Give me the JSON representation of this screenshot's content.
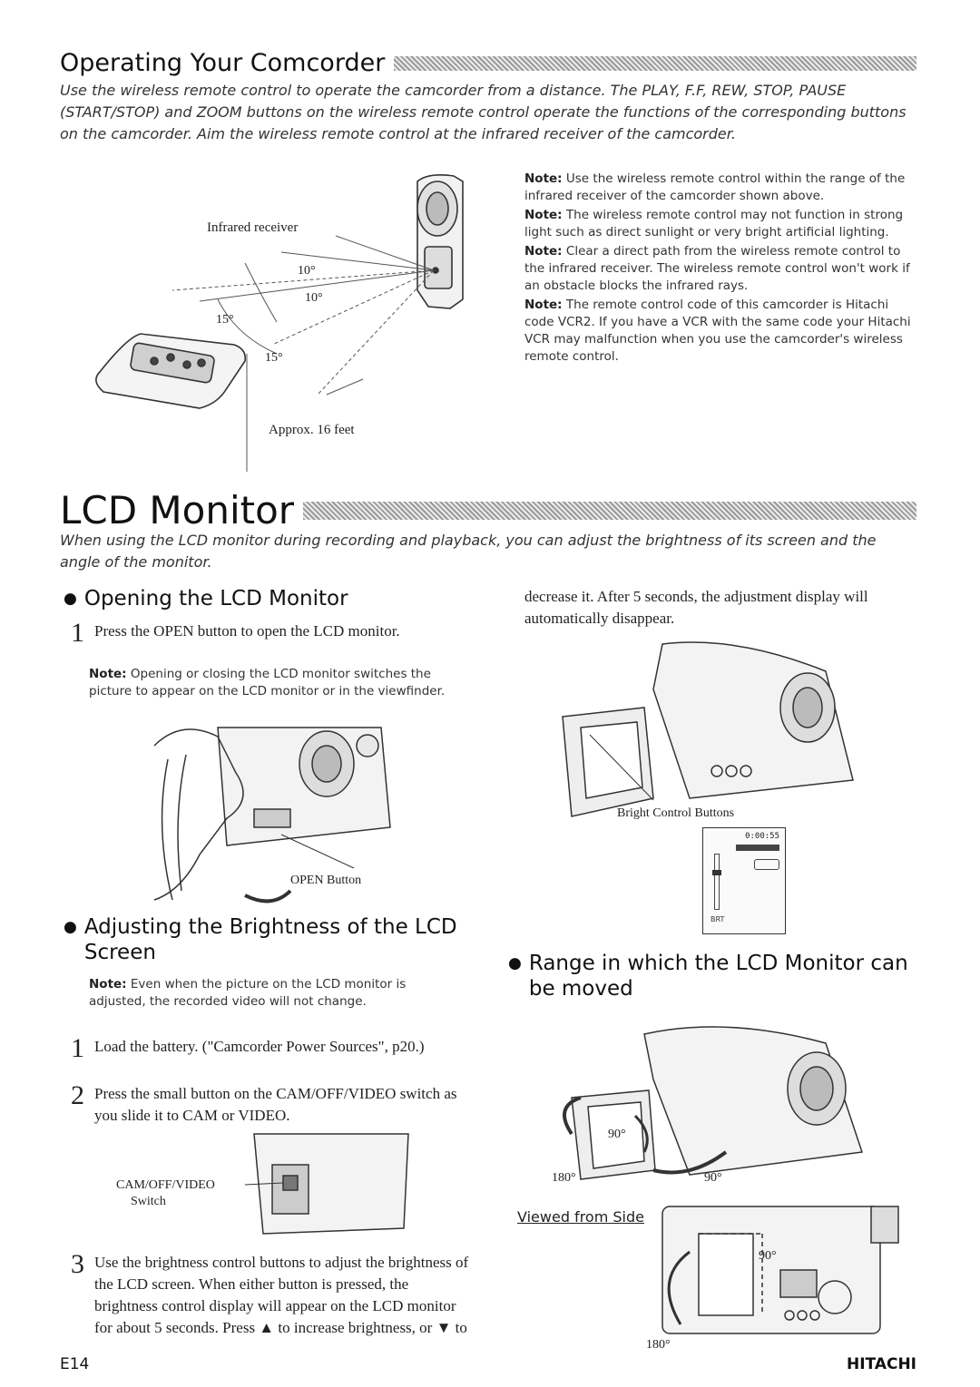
{
  "section1": {
    "title": "Operating Your Comcorder",
    "intro": "Use the wireless remote control to operate the camcorder from a distance. The PLAY, F.F, REW, STOP, PAUSE (START/STOP) and ZOOM buttons on the wireless remote control operate the functions of the corresponding buttons on the camcorder. Aim the wireless remote control at the infrared receiver of the camcorder.",
    "figure": {
      "label_receiver": "Infrared receiver",
      "angle_top": "10°",
      "angle_left": "15°",
      "angle_mid": "10°",
      "angle_bottom": "15°",
      "label_distance": "Approx. 16 feet"
    },
    "notes": [
      {
        "label": "Note:",
        "text": "Use the wireless remote control within the range of the infrared receiver of the camcorder shown above."
      },
      {
        "label": "Note:",
        "text": "The wireless remote control may not function in strong light such as direct sunlight or very bright artificial lighting."
      },
      {
        "label": "Note:",
        "text": "Clear a direct path from the wireless remote control to the infrared receiver. The wireless remote control won't work if an obstacle blocks the infrared rays."
      },
      {
        "label": "Note:",
        "text": "The remote control code of this camcorder is Hitachi code VCR2. If you have a VCR with the same code your Hitachi VCR may malfunction when you use the camcorder's wireless remote control."
      }
    ]
  },
  "section2": {
    "title": "LCD Monitor",
    "intro": "When using the LCD monitor during recording and playback, you can adjust the brightness of its screen and the angle of the monitor.",
    "opening": {
      "heading": "Opening the LCD Monitor",
      "step1_num": "1",
      "step1": "Press the OPEN button to open the LCD monitor.",
      "note_label": "Note:",
      "note": "Opening or closing the LCD monitor switches the picture to appear on the LCD monitor or in the viewfinder.",
      "caption": "OPEN Button"
    },
    "brightness": {
      "heading": "Adjusting the Brightness of the LCD Screen",
      "note_label": "Note:",
      "note": "Even when the picture on the LCD monitor is adjusted, the recorded video will not change.",
      "step1_num": "1",
      "step1": "Load the battery. (\"Camcorder Power Sources\", p20.)",
      "step2_num": "2",
      "step2": "Press the small button on the CAM/OFF/VIDEO switch as you slide it to CAM or VIDEO.",
      "switch_label_1": "CAM/OFF/VIDEO",
      "switch_label_2": "Switch",
      "step3_num": "3",
      "step3": "Use the brightness control buttons to adjust the brightness of the LCD screen. When either button is pressed, the brightness control display will appear on the LCD monitor for about 5 seconds. Press ▲ to increase brightness, or ▼ to",
      "continued": "decrease it. After 5 seconds, the adjustment display will automatically disappear.",
      "caption": "Bright Control Buttons",
      "lcd_time": "0:00:55",
      "lcd_bri": "BRT"
    },
    "range": {
      "heading": "Range in which the LCD Monitor can be moved",
      "angle_180": "180°",
      "angle_90a": "90°",
      "angle_90b": "90°",
      "side_label": "Viewed from Side",
      "side_90": "90°",
      "side_180": "180°"
    }
  },
  "footer": {
    "page": "E14",
    "brand": "HITACHI"
  }
}
